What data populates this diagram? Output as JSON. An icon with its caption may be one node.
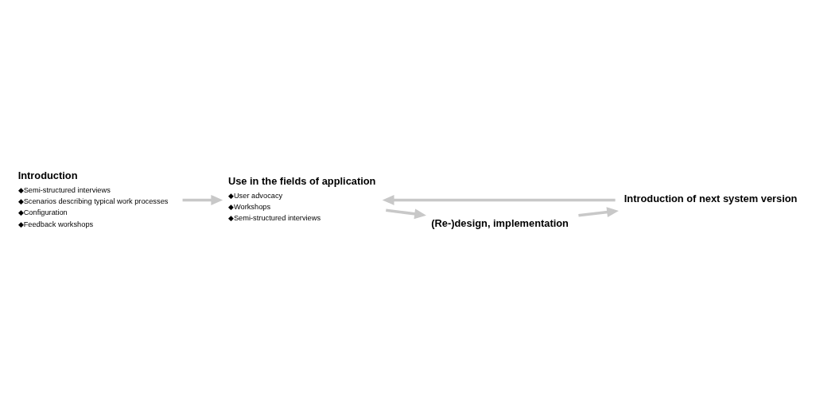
{
  "diagram": {
    "nodes": [
      {
        "text": [
          "Introduction",
          "◆Semi-structured interviews",
          "◆Scenarios describing typical work processes",
          "◆Configuration",
          "◆Feedback workshops"
        ]
      },
      {
        "text": [
          "Introduction of next system version"
        ]
      },
      {
        "text": [
          "(Re-)design, implementation"
        ]
      },
      {
        "text": [
          "Use in the fields of application",
          "◆User advocacy",
          "◆Workshops",
          "◆Semi-structured interviews"
        ]
      }
    ],
    "edges": [
      {
        "from": 0,
        "to": 3,
        "arrow": "to"
      },
      {
        "from": 3,
        "to": 2,
        "arrow": "to"
      },
      {
        "from": 2,
        "to": 1,
        "arrow": "to"
      },
      {
        "from": 1,
        "to": 3,
        "arrow": "to"
      }
    ]
  }
}
